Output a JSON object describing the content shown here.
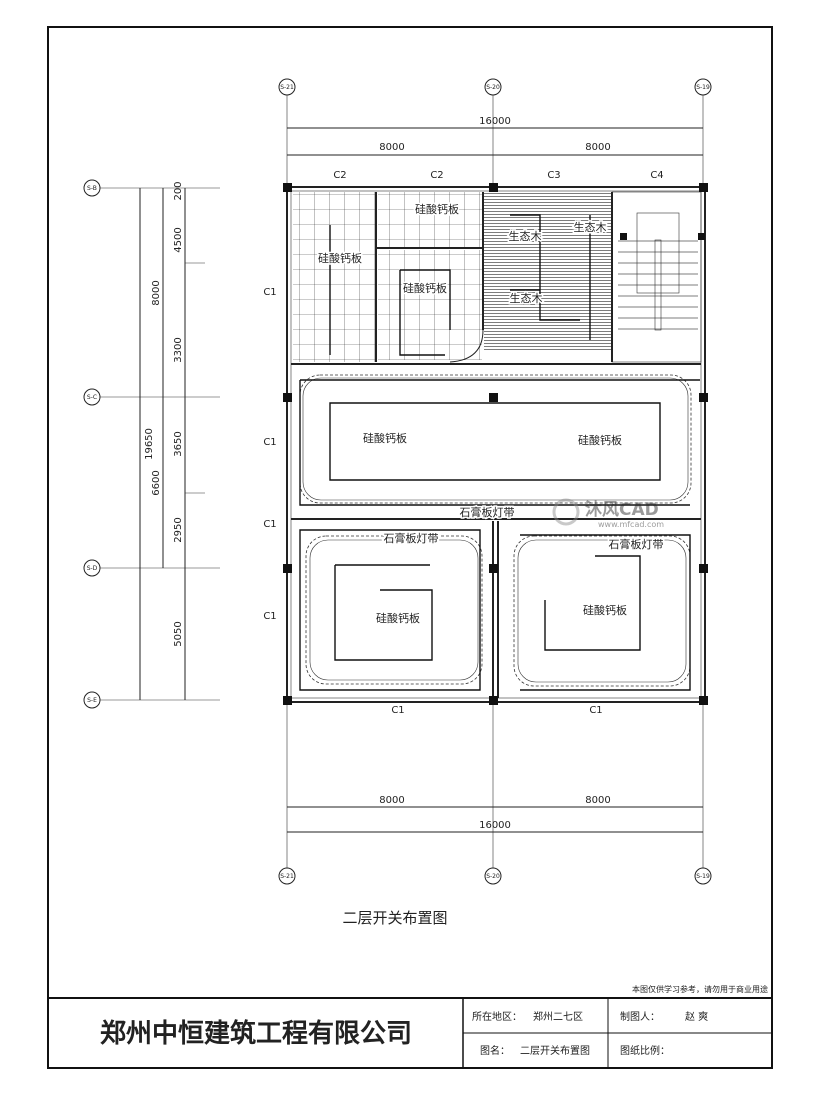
{
  "drawing": {
    "title": "二层开关布置图",
    "axes_horizontal": [
      "S-21",
      "S-20",
      "S-19"
    ],
    "axes_vertical": [
      "S-B",
      "S-C",
      "S-D",
      "S-E"
    ],
    "top_dims": {
      "total": "16000",
      "spans": [
        "8000",
        "8000"
      ]
    },
    "bottom_dims": {
      "total": "16000",
      "spans": [
        "8000",
        "8000"
      ]
    },
    "left_dims": {
      "total": "19650",
      "mid": [
        "8000",
        "6600"
      ],
      "detail": [
        "200",
        "4500",
        "3300",
        "3650",
        "2950",
        "5050"
      ]
    },
    "windows_top": [
      "C2",
      "C2",
      "C3",
      "C4"
    ],
    "windows_left": [
      "C1",
      "C1",
      "C1",
      "C1"
    ],
    "windows_bottom": [
      "C1",
      "C1"
    ],
    "ceiling_labels": {
      "calcium_silicate_board": "硅酸钙板",
      "eco_wood": "生态木",
      "gypsum_light_strip": "石膏板灯带",
      "gypsum_light_strip_2": "石膏板灯带",
      "gypsum_light_strip_3": "石膏板灯带"
    }
  },
  "watermark": {
    "brand": "沐风CAD",
    "url": "www.mfcad.com"
  },
  "title_block": {
    "note": "本图仅供学习参考，请勿用于商业用途",
    "company": "郑州中恒建筑工程有限公司",
    "location_label": "所在地区：",
    "location_value": "郑州二七区",
    "drafter_label": "制图人：",
    "drafter_value": "赵 爽",
    "drawing_name_label": "图名：",
    "drawing_name_value": "二层开关布置图",
    "scale_label": "图纸比例："
  }
}
